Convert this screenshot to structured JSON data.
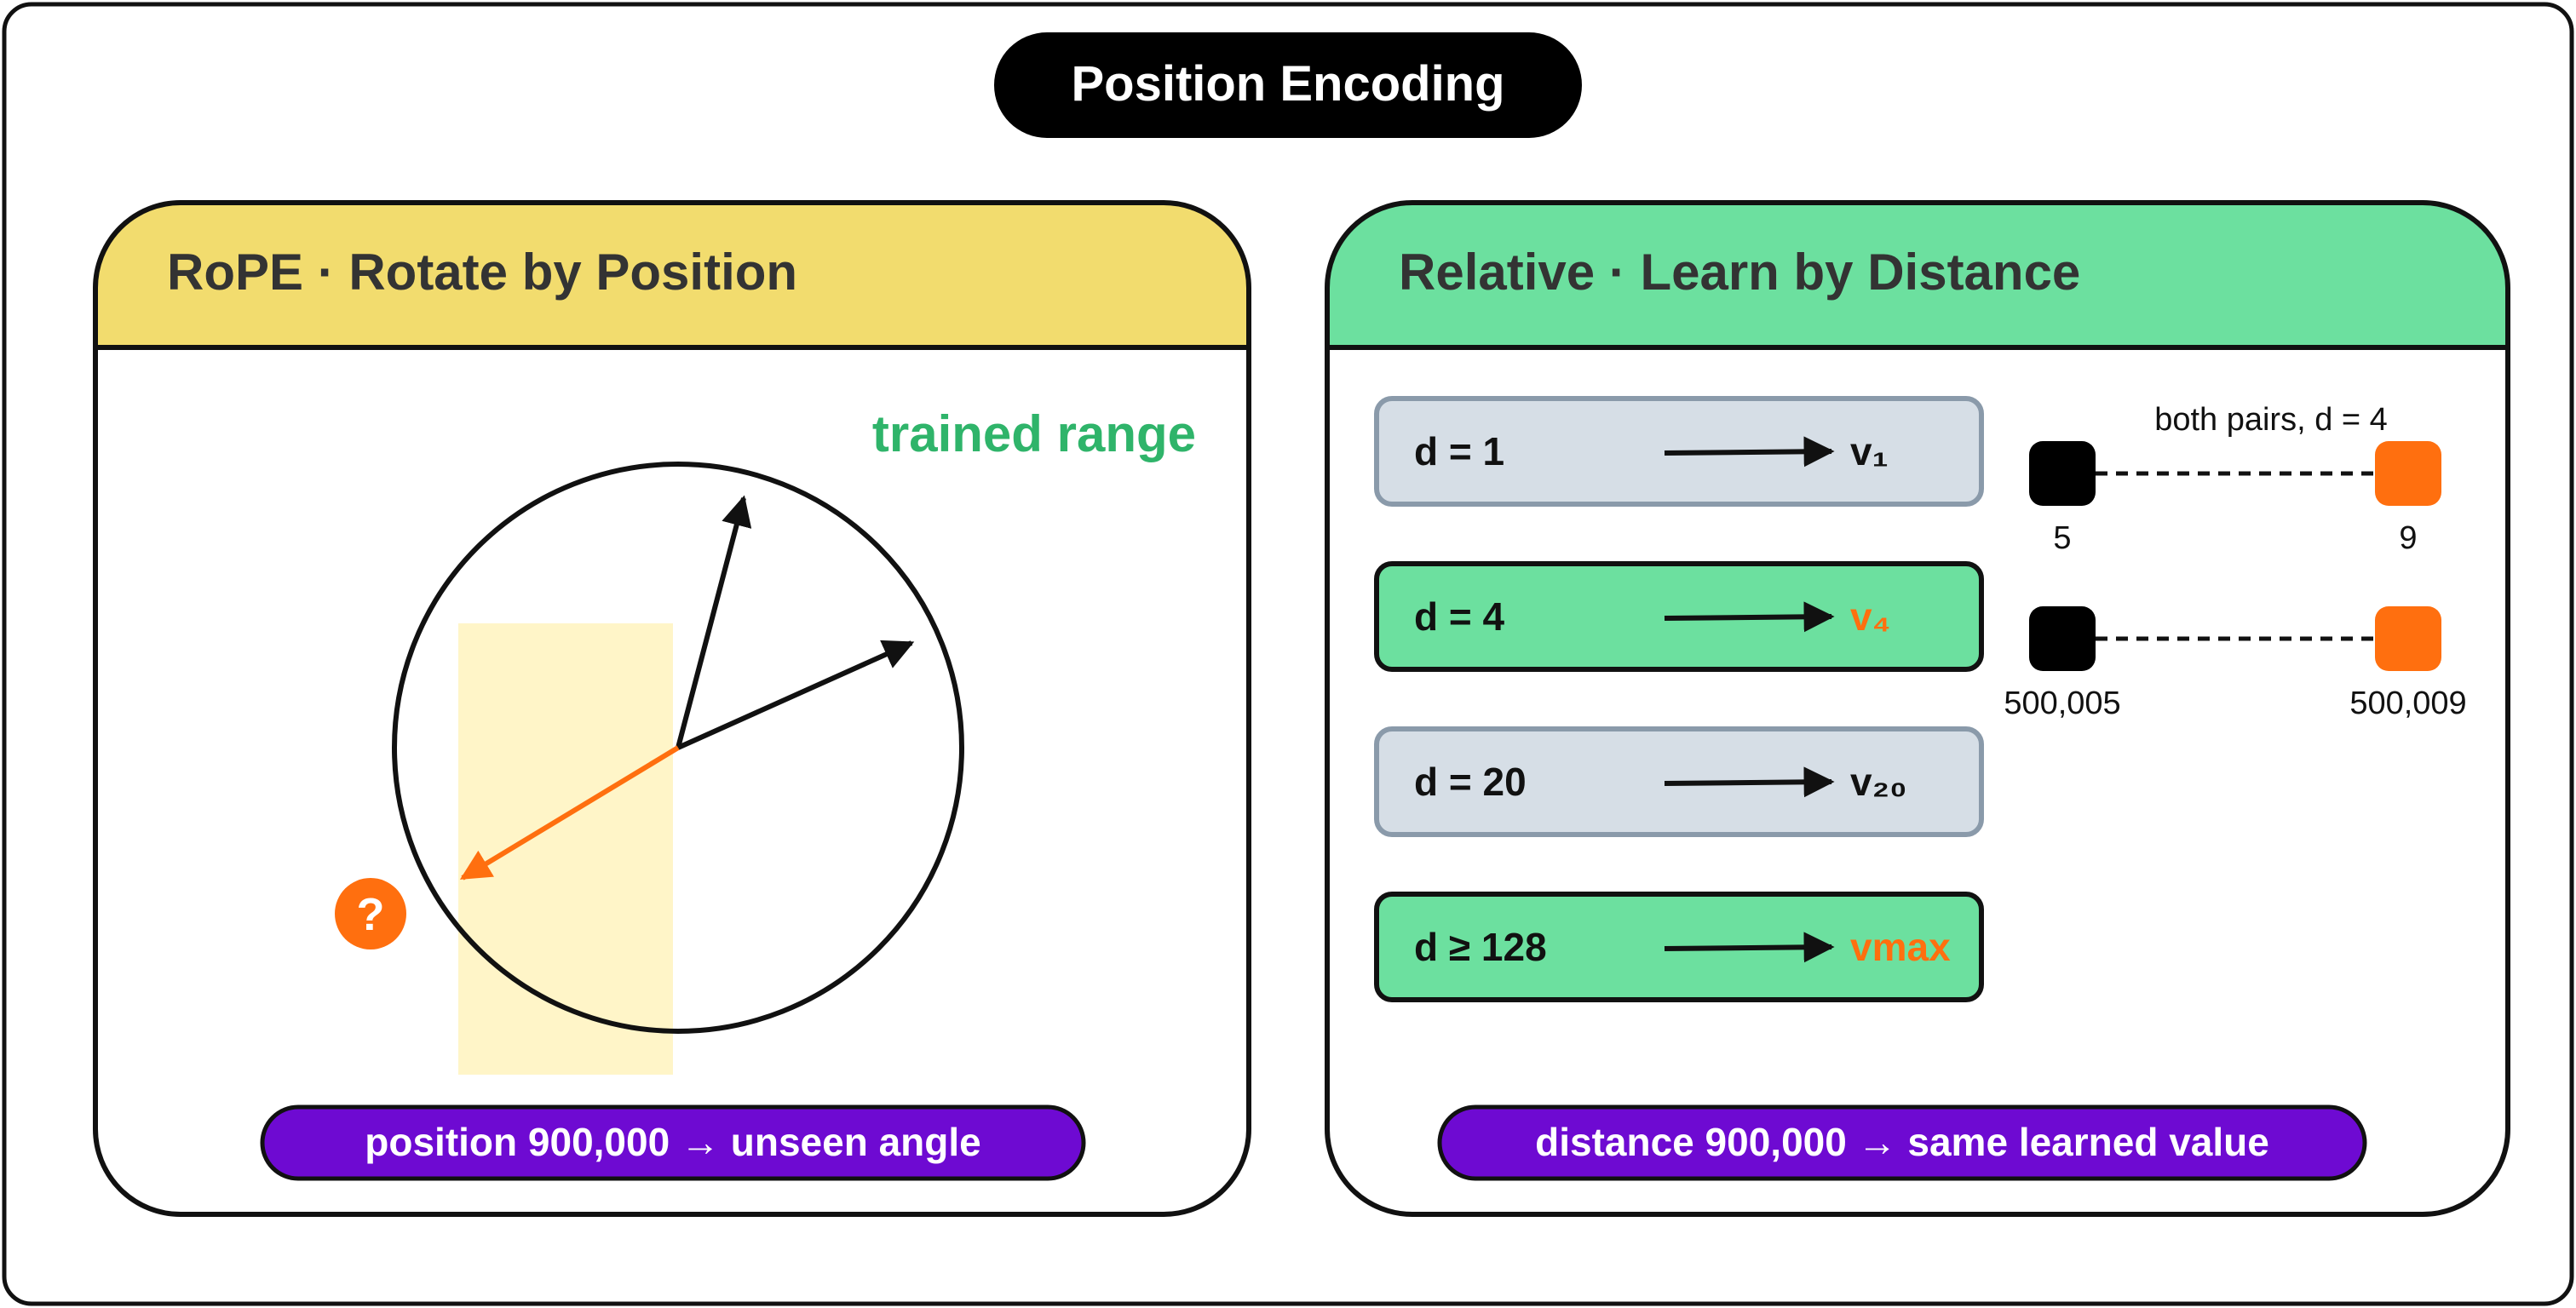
{
  "title": "Position Encoding",
  "rope": {
    "header": "RoPE · Rotate by Position",
    "trained_range_label": "trained range",
    "question_mark": "?",
    "footer": "position 900,000 → unseen angle"
  },
  "relative": {
    "header": "Relative · Learn by Distance",
    "rows": [
      {
        "label": "d = 1",
        "output": "v₁",
        "highlighted": false
      },
      {
        "label": "d = 4",
        "output": "v₄",
        "highlighted": true
      },
      {
        "label": "d = 20",
        "output": "v₂₀",
        "highlighted": false
      },
      {
        "label": "d ≥ 128",
        "output": "vmax",
        "highlighted": true
      }
    ],
    "pairs_caption": "both pairs, d = 4",
    "pairs": [
      {
        "left": "5",
        "right": "9"
      },
      {
        "left": "500,005",
        "right": "500,009"
      }
    ],
    "footer": "distance 900,000 → same learned value"
  },
  "colors": {
    "yellow_header": "#f2dc6e",
    "green_header": "#6ce09f",
    "trained_range_fill": "#fff5c8",
    "trained_green": "#2fb46a",
    "orange": "#ff6f0f",
    "purple": "#6e0ad2",
    "gray_row": "#d6dee6",
    "gray_border": "#8a9aaa",
    "ink": "#111111",
    "header_text": "#333333"
  }
}
